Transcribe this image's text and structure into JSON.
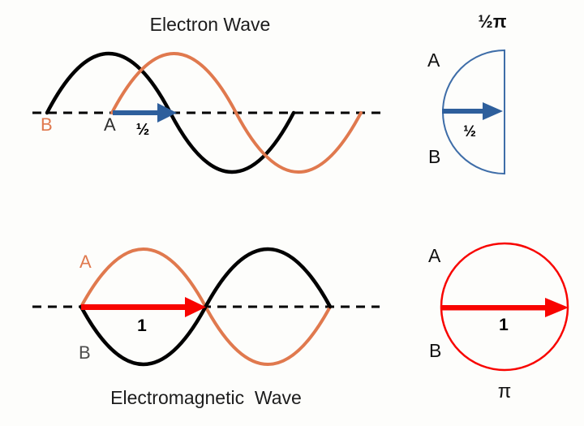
{
  "colors": {
    "background": "#fdfdfb",
    "black_wave": "#000000",
    "orange_wave": "#e0794e",
    "blue_arrow": "#2e5f9c",
    "blue_outline": "#3e6da8",
    "red": "#f80400",
    "dark_text": "#1c1c1c",
    "gray_label": "#4d4d4d"
  },
  "electron_section": {
    "title": "Electron Wave",
    "label_b": "B",
    "label_a": "A",
    "arrow_label": "½",
    "phasor": {
      "angle_label": "½π",
      "label_a": "A",
      "label_b": "B",
      "arrow_label": "½"
    }
  },
  "electromagnetic_section": {
    "title": "Electromagnetic  Wave",
    "label_a": "A",
    "label_b": "B",
    "arrow_label": "1",
    "phasor": {
      "angle_label": "π",
      "label_a": "A",
      "label_b": "B",
      "arrow_label": "1"
    }
  }
}
